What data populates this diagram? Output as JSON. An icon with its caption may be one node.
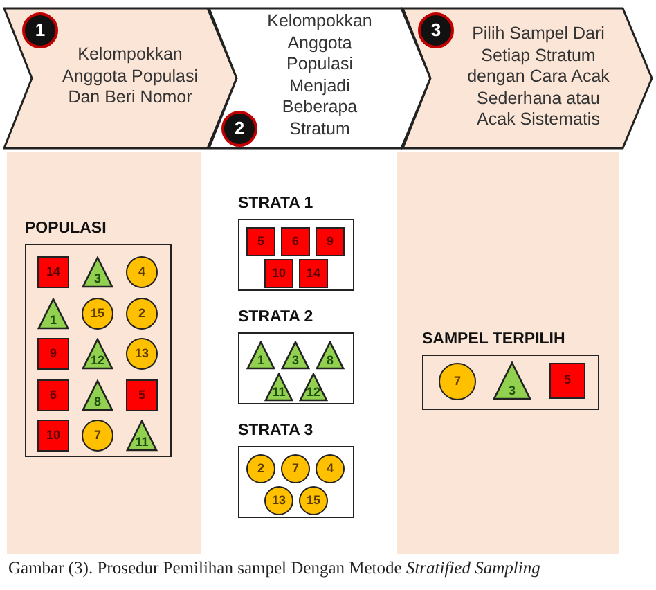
{
  "diagram": {
    "caption": "Gambar (3). Prosedur Pemilihan sampel Dengan Metode *Stratified Sampling*",
    "nodes": [
      {
        "text": [
          "Kelompokkan Anggota Populasi Dan Beri Nomor"
        ]
      },
      {
        "text": [
          "1"
        ],
        "in": 0
      },
      {
        "text": [
          "Kelompokkan Anggota Populasi Menjadi Beberapa Stratum"
        ]
      },
      {
        "text": [
          "2"
        ],
        "in": 2
      },
      {
        "text": [
          "Pilih Sampel Dari Setiap Stratum dengan Cara Acak Sederhana atau Acak Sistematis"
        ]
      },
      {
        "text": [
          "3"
        ],
        "in": 4
      },
      {
        "text": [],
        "shape": "box"
      },
      {
        "text": [
          "POPULASI"
        ],
        "in": 6
      },
      {
        "text": [
          "14"
        ],
        "in": 7
      },
      {
        "text": [
          "3"
        ],
        "in": 7
      },
      {
        "text": [
          "4"
        ],
        "in": 7
      },
      {
        "text": [
          "1"
        ],
        "in": 7
      },
      {
        "text": [
          "15"
        ],
        "in": 7
      },
      {
        "text": [
          "2"
        ],
        "in": 7
      },
      {
        "text": [
          "9"
        ],
        "in": 7
      },
      {
        "text": [
          "12"
        ],
        "in": 7
      },
      {
        "text": [
          "13"
        ],
        "in": 7
      },
      {
        "text": [
          "6"
        ],
        "in": 7
      },
      {
        "text": [
          "8"
        ],
        "in": 7
      },
      {
        "text": [
          "5"
        ],
        "in": 7
      },
      {
        "text": [
          "10"
        ],
        "in": 7
      },
      {
        "text": [
          "7"
        ],
        "in": 7
      },
      {
        "text": [
          "11"
        ],
        "in": 7
      },
      {
        "text": [
          "STRATA 1"
        ]
      },
      {
        "text": [
          "5"
        ],
        "in": 23
      },
      {
        "text": [
          "6"
        ],
        "in": 23
      },
      {
        "text": [
          "9"
        ],
        "in": 23
      },
      {
        "text": [
          "10"
        ],
        "in": 23
      },
      {
        "text": [
          "14"
        ],
        "in": 23
      },
      {
        "text": [
          "STRATA 2"
        ]
      },
      {
        "text": [
          "1"
        ],
        "in": 29
      },
      {
        "text": [
          "3"
        ],
        "in": 29
      },
      {
        "text": [
          "8"
        ],
        "in": 29
      },
      {
        "text": [
          "11"
        ],
        "in": 29
      },
      {
        "text": [
          "12"
        ],
        "in": 29
      },
      {
        "text": [
          "STRATA 3"
        ]
      },
      {
        "text": [
          "2"
        ],
        "in": 35
      },
      {
        "text": [
          "7"
        ],
        "in": 35
      },
      {
        "text": [
          "4"
        ],
        "in": 35
      },
      {
        "text": [
          "13"
        ],
        "in": 35
      },
      {
        "text": [
          "15"
        ],
        "in": 35
      },
      {
        "text": [],
        "shape": "box"
      },
      {
        "text": [
          "SAMPEL TERPILIH"
        ],
        "in": 41
      },
      {
        "text": [
          "7"
        ],
        "in": 42
      },
      {
        "text": [
          "3"
        ],
        "in": 42
      },
      {
        "text": [
          "5"
        ],
        "in": 42
      }
    ]
  }
}
